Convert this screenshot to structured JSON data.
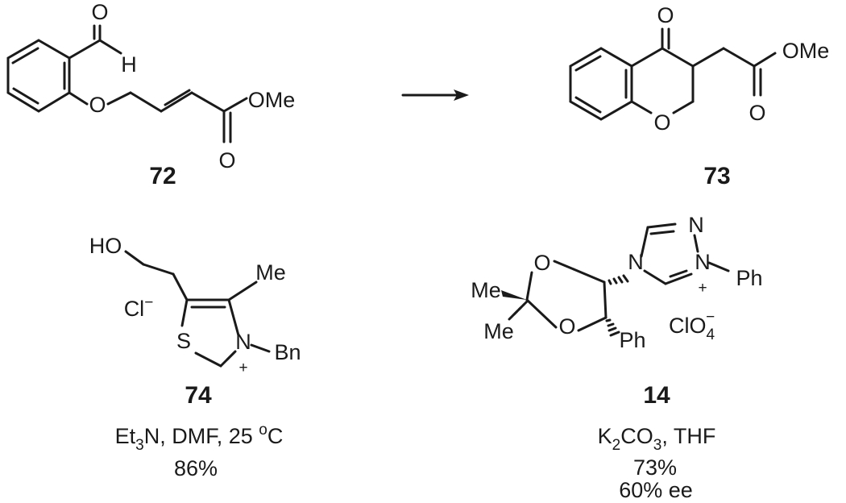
{
  "compound_72": {
    "label": "72",
    "atoms": {
      "carbonyl_o": "O",
      "aldehyde_h": "H",
      "ether_o": "O",
      "ester_o": "O",
      "ester_ome": "OMe"
    }
  },
  "compound_73": {
    "label": "73",
    "atoms": {
      "ketone_o": "O",
      "ring_o": "O",
      "ester_ome": "OMe",
      "ester_o": "O"
    }
  },
  "catalyst_74": {
    "label": "74",
    "atoms": {
      "ho": "HO",
      "me": "Me",
      "cl": "Cl",
      "cl_charge": "−",
      "s": "S",
      "n": "N",
      "n_charge": "+",
      "bn": "Bn"
    },
    "conditions": {
      "et": "Et",
      "et_sub": "3",
      "rest": "N, DMF, 25 ",
      "deg": "o",
      "unit": "C"
    },
    "yield": "86%"
  },
  "catalyst_14": {
    "label": "14",
    "atoms": {
      "n_top": "N",
      "n_left": "N",
      "n_right": "N",
      "n_charge": "+",
      "ph_n": "Ph",
      "o_top": "O",
      "o_bottom": "O",
      "me_top": "Me",
      "me_bottom": "Me",
      "ph_c": "Ph",
      "clo": "ClO",
      "clo_sub": "4",
      "clo_charge": "−"
    },
    "conditions": {
      "k": "K",
      "k_sub": "2",
      "co": "CO",
      "co_sub": "3",
      "rest": ", THF"
    },
    "yield": "73%",
    "ee": "60% ee"
  }
}
